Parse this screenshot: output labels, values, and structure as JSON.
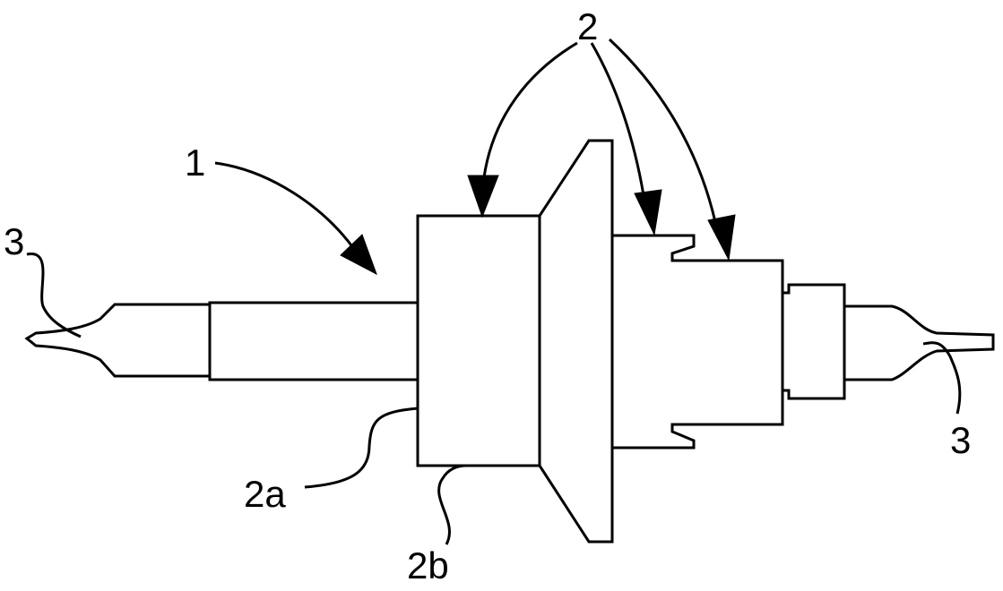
{
  "labels": {
    "assembly": "1",
    "component_group": "2",
    "component_2a": "2a",
    "component_2b": "2b",
    "end_left": "3",
    "end_right": "3"
  },
  "colors": {
    "line": "#000000",
    "background": "#ffffff"
  }
}
